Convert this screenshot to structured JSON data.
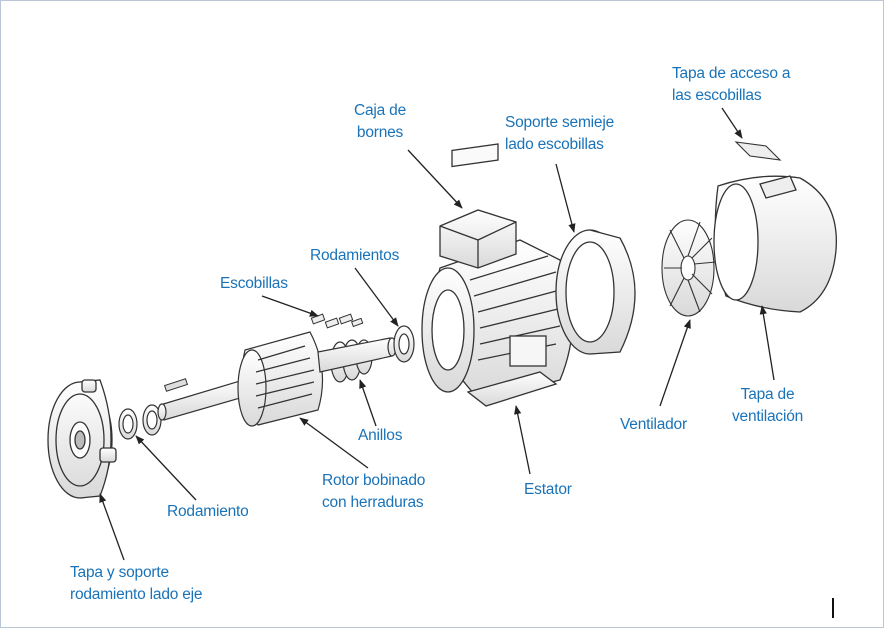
{
  "labels": {
    "caja_bornes": [
      "Caja de",
      "bornes"
    ],
    "soporte_semieje": [
      "Soporte semieje",
      "lado escobillas"
    ],
    "tapa_acceso": [
      "Tapa de acceso a",
      "las escobillas"
    ],
    "rodamientos": "Rodamientos",
    "escobillas": "Escobillas",
    "anillos": "Anillos",
    "rotor": [
      "Rotor bobinado",
      "con herraduras"
    ],
    "estator": "Estator",
    "ventilador": "Ventilador",
    "tapa_ventilacion": [
      "Tapa de",
      "ventilación"
    ],
    "rodamiento": "Rodamiento",
    "tapa_soporte": [
      "Tapa y soporte",
      "rodamiento lado eje"
    ]
  },
  "colors": {
    "label": "#1a73b8",
    "line": "#222222",
    "part_fill": "#f2f2f2",
    "part_stroke": "#333333"
  }
}
